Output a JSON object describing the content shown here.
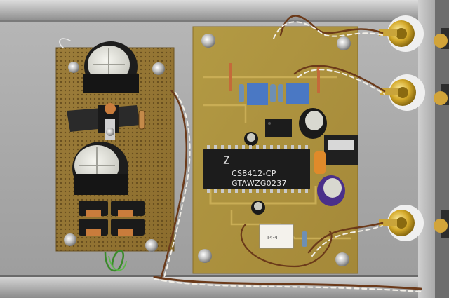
{
  "photo": {
    "subject": "Circuit boards in enclosure",
    "chip": {
      "line1": "CS8412-CP",
      "line2": "GTAWZG0237"
    },
    "optocoupler_label": "T4-4"
  }
}
